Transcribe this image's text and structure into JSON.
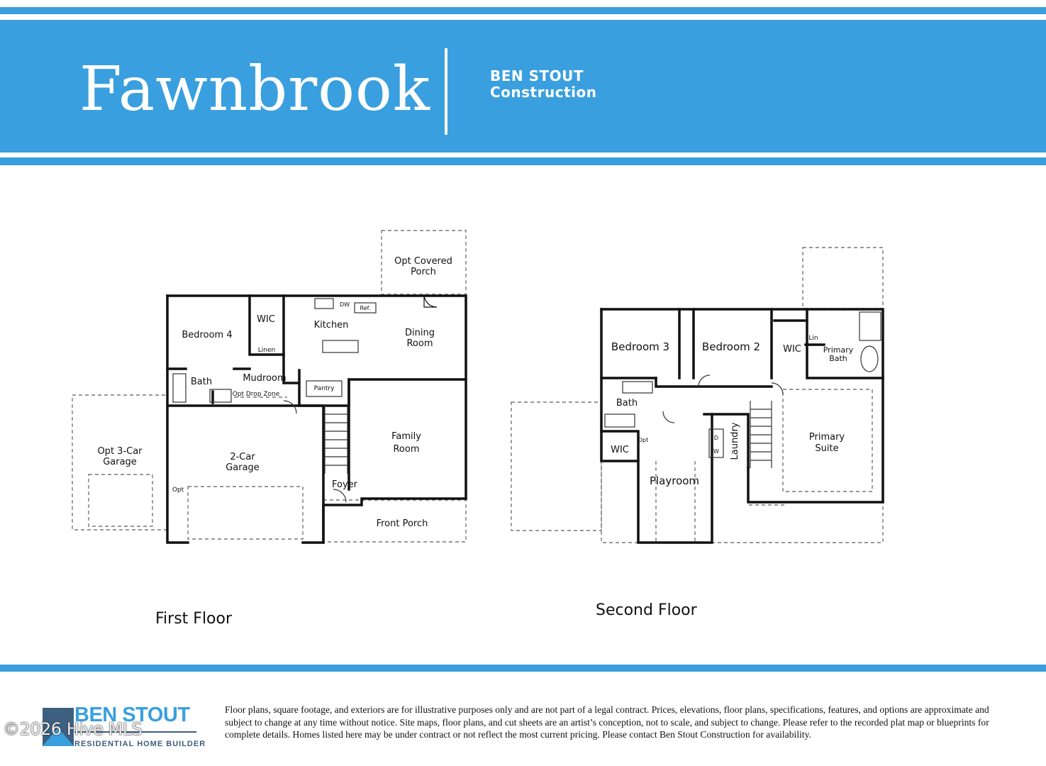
{
  "header": {
    "title": "Fawnbrook",
    "brand_line1": "BEN STOUT",
    "brand_line2": "Construction"
  },
  "first_floor": {
    "caption": "First Floor",
    "rooms": {
      "opt_covered_porch_1": "Opt Covered",
      "opt_covered_porch_2": "Porch",
      "bedroom4": "Bedroom 4",
      "wic": "WIC",
      "linen": "Linen",
      "kitchen": "Kitchen",
      "dw": "DW",
      "ref": "Ref.",
      "dining_1": "Dining",
      "dining_2": "Room",
      "bath": "Bath",
      "mudroom": "Mudroom",
      "opt_drop_zone": "Opt Drop Zone",
      "pantry": "Pantry",
      "family_1": "Family",
      "family_2": "Room",
      "opt_garage_1": "Opt 3-Car",
      "opt_garage_2": "Garage",
      "garage_1": "2-Car",
      "garage_2": "Garage",
      "opt": "Opt",
      "foyer": "Foyer",
      "front_porch": "Front Porch"
    }
  },
  "second_floor": {
    "caption": "Second Floor",
    "rooms": {
      "bedroom3": "Bedroom 3",
      "bedroom2": "Bedroom 2",
      "wic": "WIC",
      "lin": "Lin",
      "primary_bath_1": "Primary",
      "primary_bath_2": "Bath",
      "bath": "Bath",
      "wic2": "WIC",
      "opt": "Opt",
      "playroom": "Playroom",
      "laundry": "Laundry",
      "dryer": "D",
      "washer": "W",
      "primary_suite_1": "Primary",
      "primary_suite_2": "Suite"
    }
  },
  "footer": {
    "logo_word": "BEN STOUT",
    "logo_sub": "RESIDENTIAL HOME BUILDER",
    "watermark": "©2026 Hive MLS",
    "disclaimer": "Floor plans, square footage, and exteriors are for illustrative purposes only and are not part of a legal contract. Prices, elevations, floor plans, specifications, features, and options are approximate and subject to change at any time without notice. Site maps, floor plans, and cut sheets are an artist’s conception, not to scale, and subject to change. Please refer to the recorded plat map or blueprints for complete details. Homes listed here may be under contract or not reflect the most current pricing. Please contact Ben Stout Construction for availability."
  },
  "colors": {
    "brand_blue": "#3a9fde",
    "logo_navy": "#3d5f80"
  }
}
